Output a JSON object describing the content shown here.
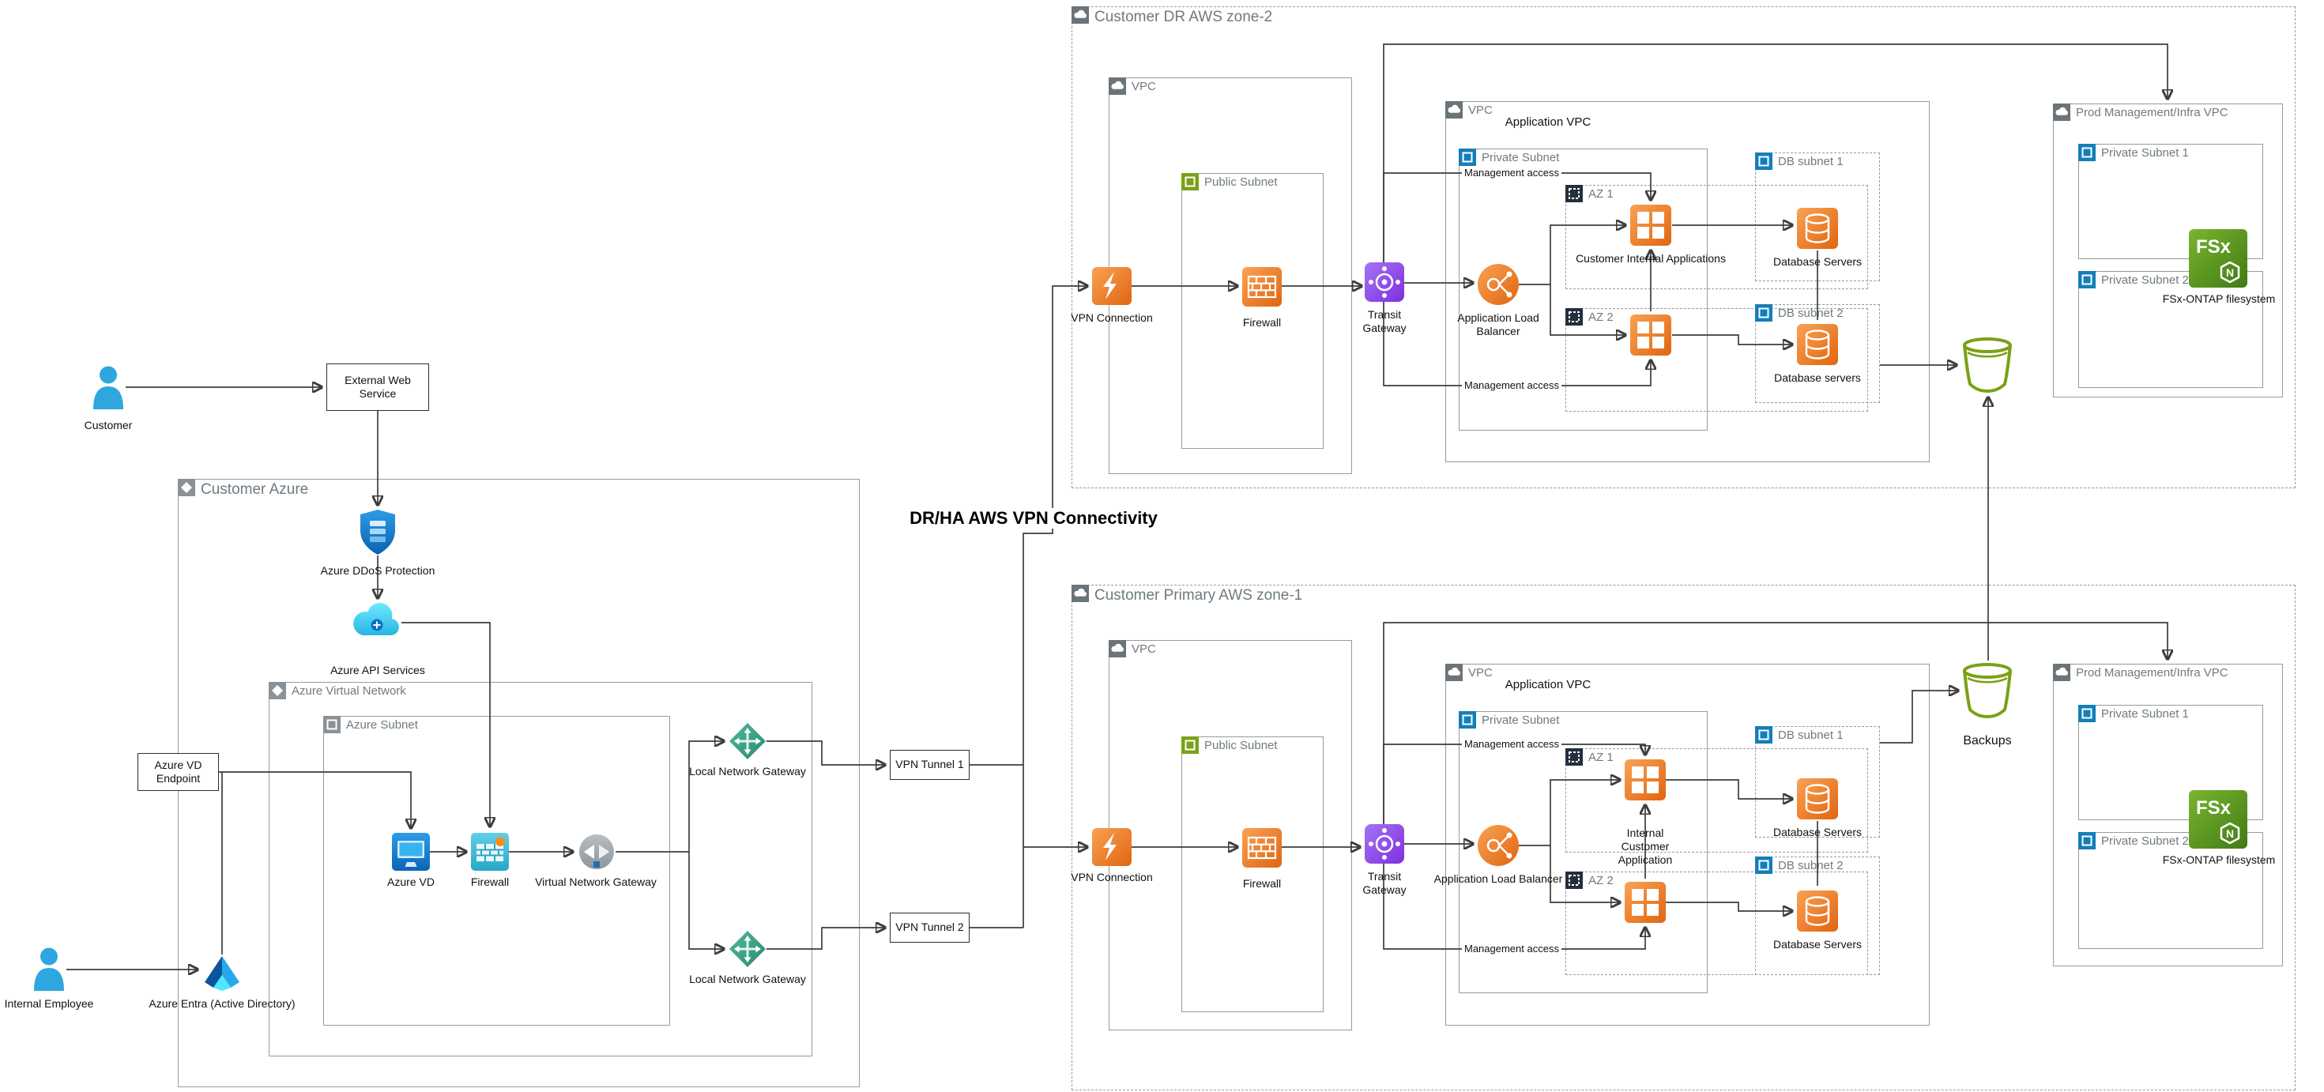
{
  "center_label": "DR/HA AWS VPN Connectivity",
  "azure": {
    "customer": "Customer",
    "external_web_service": "External Web Service",
    "container": "Customer Azure",
    "ddos": "Azure DDoS Protection",
    "api_services": "Azure API Services",
    "vnet": "Azure Virtual Network",
    "subnet": "Azure Subnet",
    "azure_vd": "Azure VD",
    "firewall": "Firewall",
    "virtual_network_gateway": "Virtual Network Gateway",
    "local_network_gateway_top": "Local Network Gateway",
    "local_network_gateway_bottom": "Local Network Gateway",
    "vd_endpoint": "Azure VD Endpoint",
    "internal_employee": "Internal Employee",
    "entra": "Azure Entra (Active Directory)",
    "vpn_tunnel_1": "VPN Tunnel 1",
    "vpn_tunnel_2": "VPN Tunnel 2"
  },
  "aws_dr": {
    "zone": "Customer DR AWS zone-2",
    "vpc": "VPC",
    "public_subnet": "Public Subnet",
    "vpn_connection": "VPN Connection",
    "firewall": "Firewall",
    "transit_gateway": "Transit Gateway",
    "app_vpc_tag": "VPC",
    "app_vpc_title": "Application VPC",
    "private_subnet": "Private Subnet",
    "mgmt_access_top": "Management access",
    "mgmt_access_bottom": "Management access",
    "alb": "Application Load Balancer",
    "az1": "AZ 1",
    "az2": "AZ 2",
    "apps": "Customer Internal Applications",
    "db_subnet_1": "DB subnet 1",
    "db_subnet_2": "DB subnet 2",
    "db_servers_1": "Database Servers",
    "db_servers_2": "Database servers",
    "prod_vpc": "Prod Management/Infra VPC",
    "private_subnet_1": "Private Subnet 1",
    "private_subnet_2": "Private Subnet 2",
    "fsx_label": "FSx-ONTAP filesystem",
    "fsx_text": "FSx",
    "fsx_n": "N"
  },
  "aws_primary": {
    "zone": "Customer Primary AWS zone-1",
    "vpc": "VPC",
    "public_subnet": "Public Subnet",
    "vpn_connection": "VPN Connection",
    "firewall": "Firewall",
    "transit_gateway": "Transit Gateway",
    "app_vpc_tag": "VPC",
    "app_vpc_title": "Application VPC",
    "private_subnet": "Private Subnet",
    "mgmt_access_top": "Management access",
    "mgmt_access_bottom": "Management access",
    "alb": "Application Load Balancer",
    "az1": "AZ 1",
    "az2": "AZ 2",
    "apps": "Internal Customer Application",
    "db_subnet_1": "DB subnet 1",
    "db_subnet_2": "DB subnet 2",
    "db_servers_1": "Database Servers",
    "db_servers_2": "Database Servers",
    "backups": "Backups",
    "prod_vpc": "Prod Management/Infra VPC",
    "private_subnet_1": "Private Subnet 1",
    "private_subnet_2": "Private Subnet 2",
    "fsx_label": "FSx-ONTAP filesystem",
    "fsx_text": "FSx",
    "fsx_n": "N"
  }
}
